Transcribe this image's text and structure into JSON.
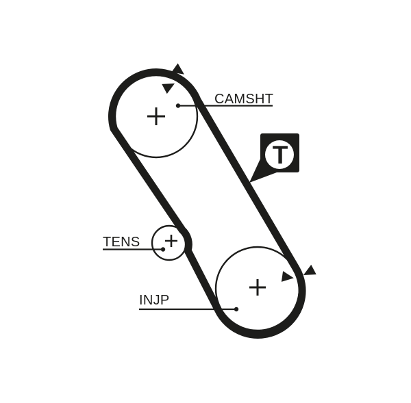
{
  "diagram": {
    "type": "timing-belt-routing",
    "pulleys": [
      {
        "id": "camshaft",
        "label": "CAMSHT"
      },
      {
        "id": "tensioner",
        "label": "TENS"
      },
      {
        "id": "injection-pump",
        "label": "INJP"
      }
    ],
    "badge": {
      "letter": "T"
    },
    "colors": {
      "ink": "#1d1d1b",
      "background": "#ffffff"
    }
  }
}
